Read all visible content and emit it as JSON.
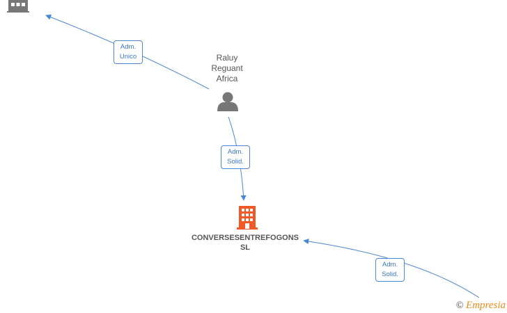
{
  "nodes": {
    "top_company": {
      "icon": "building-icon",
      "color": "#777777"
    },
    "person": {
      "name_lines": [
        "Raluy",
        "Reguant",
        "Africa"
      ],
      "icon": "person-icon",
      "color": "#777777"
    },
    "main_company": {
      "name_lines": [
        "CONVERSESENTREFOGONS",
        "SL"
      ],
      "icon": "building-icon",
      "color": "#f05a28"
    }
  },
  "edges": [
    {
      "from": "person",
      "to": "top_company",
      "role_lines": [
        "Adm.",
        "Unico"
      ]
    },
    {
      "from": "person",
      "to": "main_company",
      "role_lines": [
        "Adm.",
        "Solid."
      ]
    },
    {
      "from": "offscreen",
      "to": "main_company",
      "role_lines": [
        "Adm.",
        "Solid."
      ]
    }
  ],
  "colors": {
    "edge": "#4a86d4",
    "label_text": "#3a76c4"
  },
  "watermark": {
    "copyright": "©",
    "brand": "Empresia"
  }
}
